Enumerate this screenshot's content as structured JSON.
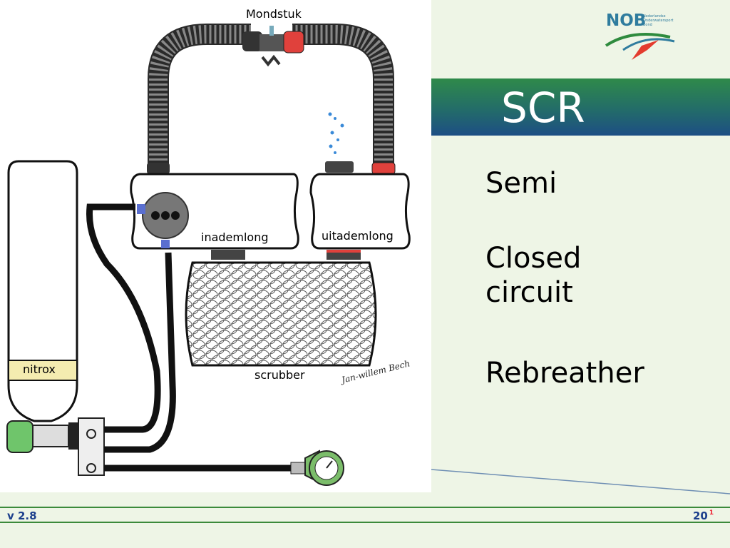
{
  "slide": {
    "title": "SCR",
    "bullets": [
      "Semi",
      "Closed circuit",
      "Rebreather"
    ]
  },
  "diagram": {
    "labels": {
      "mouthpiece": "Mondstuk",
      "inhale_bag": "inademlong",
      "exhale_bag": "uitademlong",
      "scrubber": "scrubber",
      "cylinder": "nitrox"
    },
    "signature": "Jan-willem Bech"
  },
  "logo": {
    "text": "NOB",
    "subtitle": "Nederlandse Onderwatersport Bond"
  },
  "footer": {
    "version": "v 2.8",
    "page": "20",
    "page_superscript": "1"
  },
  "colors": {
    "title_band_top": "#2f8a4a",
    "title_band_bottom": "#1d4e84",
    "footer_text": "#1c3f8c",
    "footer_lines": "#3b8a3b",
    "background": "#eef5e6"
  }
}
